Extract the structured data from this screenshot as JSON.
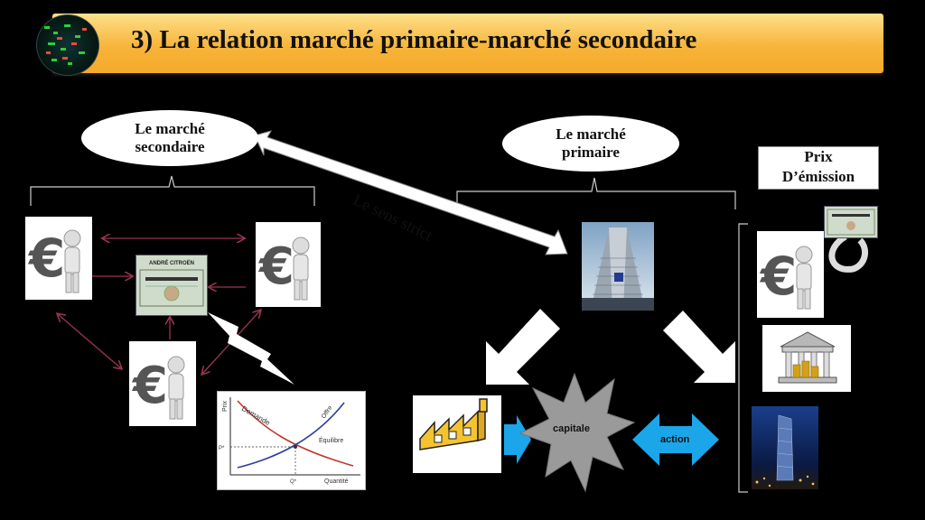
{
  "slide": {
    "title": "3) La relation marché primaire-marché secondaire"
  },
  "nodes": {
    "secondary_market": "Le marché secondaire",
    "primary_market": "Le marché primaire",
    "issue_price": "Prix D’émission",
    "strict_sense": "Le sens strict",
    "capital": "capitale",
    "action": "action",
    "certificate_name": "ANDRÉ CITROËN"
  },
  "chart_data": {
    "type": "line",
    "xlabel": "Quantité",
    "ylabel": "Prix",
    "series": [
      {
        "name": "Demande",
        "values": []
      },
      {
        "name": "Offre",
        "values": []
      }
    ],
    "annotations": [
      "Équilibre",
      "P*",
      "Q*"
    ]
  },
  "colors": {
    "banner": "#f7b53a",
    "demand_curve": "#c0392b",
    "supply_curve": "#2c3e9f",
    "connector": "#9b3550",
    "blue_arrow": "#1aa6e8",
    "star": "#9a9a9a"
  }
}
